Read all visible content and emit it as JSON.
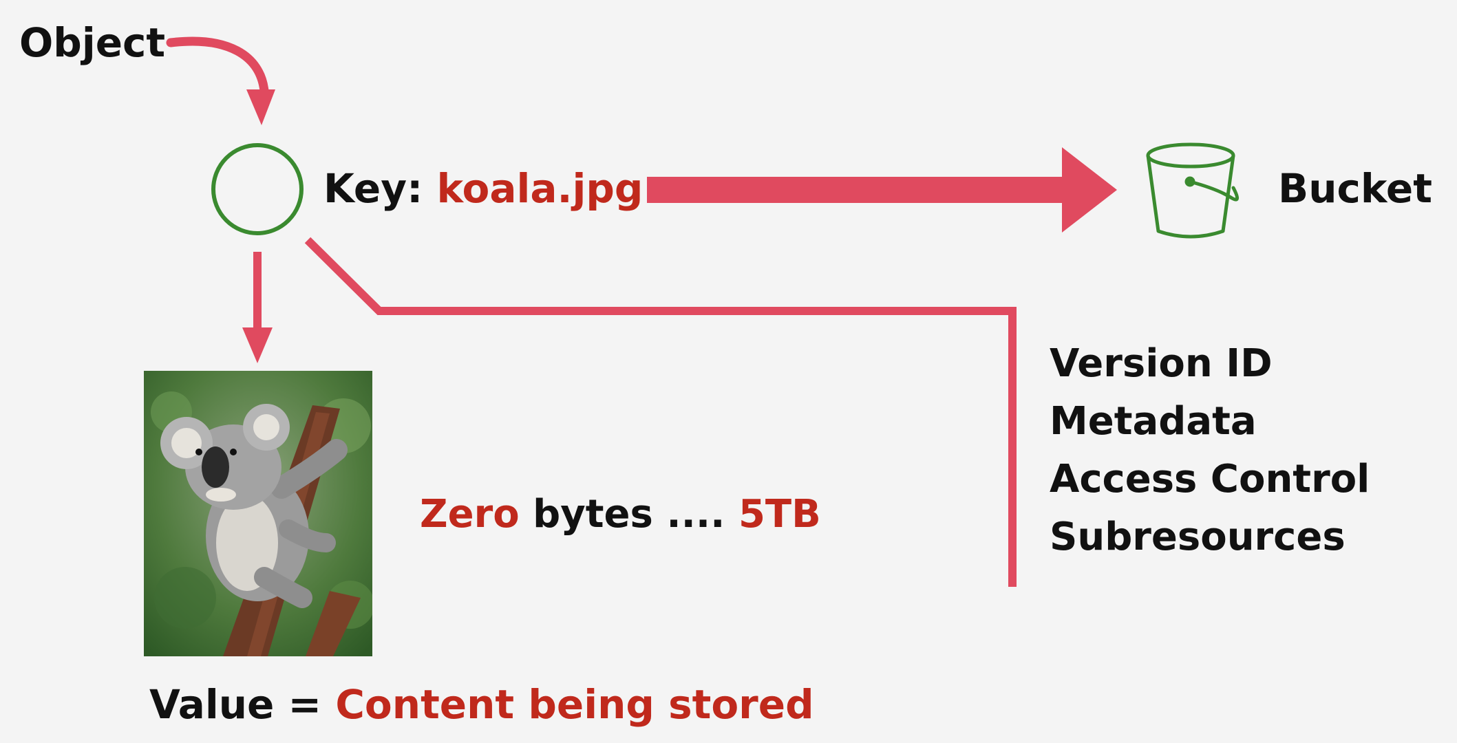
{
  "diagram": {
    "object_label": "Object",
    "key_prefix": "Key: ",
    "key_value": "koala.jpg",
    "bucket_label": "Bucket",
    "attributes": [
      "Version ID",
      "Metadata",
      "Access Control",
      "Subresources"
    ],
    "size_min": "Zero",
    "size_mid": " bytes .... ",
    "size_max": "5TB",
    "value_prefix": "Value = ",
    "value_desc": "Content being stored"
  },
  "colors": {
    "arrow": "#e04a5f",
    "accent_text": "#c0291c",
    "circle": "#3a8a2f",
    "bucket": "#3a8a2f",
    "text": "#111111",
    "background": "#f4f4f4"
  },
  "icons": {
    "object_marker": "circle-outline-icon",
    "bucket": "bucket-icon",
    "photo": "koala-photo"
  }
}
